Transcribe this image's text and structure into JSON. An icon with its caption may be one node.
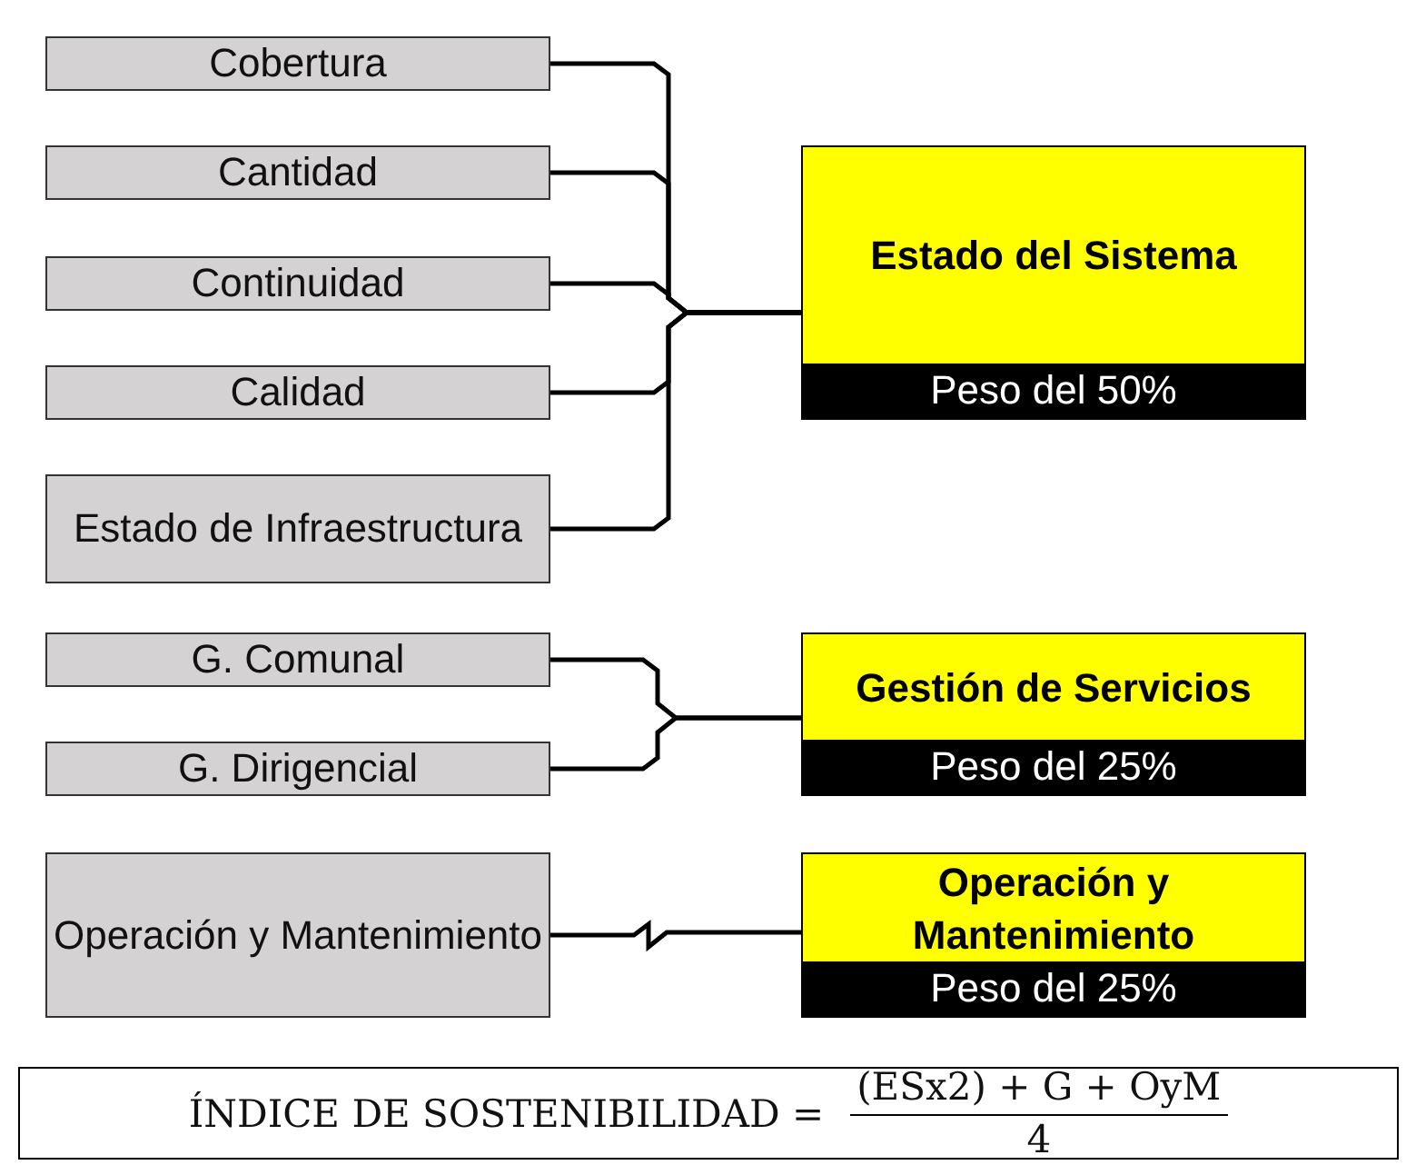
{
  "diagram": {
    "nodes": [
      {
        "text": [
          "Cobertura"
        ]
      },
      {
        "text": [
          "Cantidad"
        ]
      },
      {
        "text": [
          "Continuidad"
        ]
      },
      {
        "text": [
          "Calidad"
        ]
      },
      {
        "text": [
          "Estado de Infraestructura"
        ]
      },
      {
        "text": [
          "Estado del Sistema",
          "Peso del 50%"
        ]
      },
      {
        "text": [
          "G. Comunal"
        ]
      },
      {
        "text": [
          "G. Dirigencial"
        ]
      },
      {
        "text": [
          "Gestión de Servicios",
          "Peso del 25%"
        ]
      },
      {
        "text": [
          "Operación y Mantenimiento"
        ]
      },
      {
        "text": [
          "Operación y Mantenimiento",
          "Peso del 25%"
        ]
      },
      {
        "text": [
          "ÍNDICE DE SOSTENIBILIDAD =",
          "(ESx2) + G + OyM",
          "4"
        ]
      }
    ],
    "edges": [
      {
        "from": 0,
        "to": 5,
        "arrow": "none"
      },
      {
        "from": 1,
        "to": 5,
        "arrow": "none"
      },
      {
        "from": 2,
        "to": 5,
        "arrow": "none"
      },
      {
        "from": 3,
        "to": 5,
        "arrow": "none"
      },
      {
        "from": 4,
        "to": 5,
        "arrow": "none"
      },
      {
        "from": 6,
        "to": 8,
        "arrow": "none"
      },
      {
        "from": 7,
        "to": 8,
        "arrow": "none"
      },
      {
        "from": 9,
        "to": 10,
        "arrow": "none"
      }
    ]
  }
}
